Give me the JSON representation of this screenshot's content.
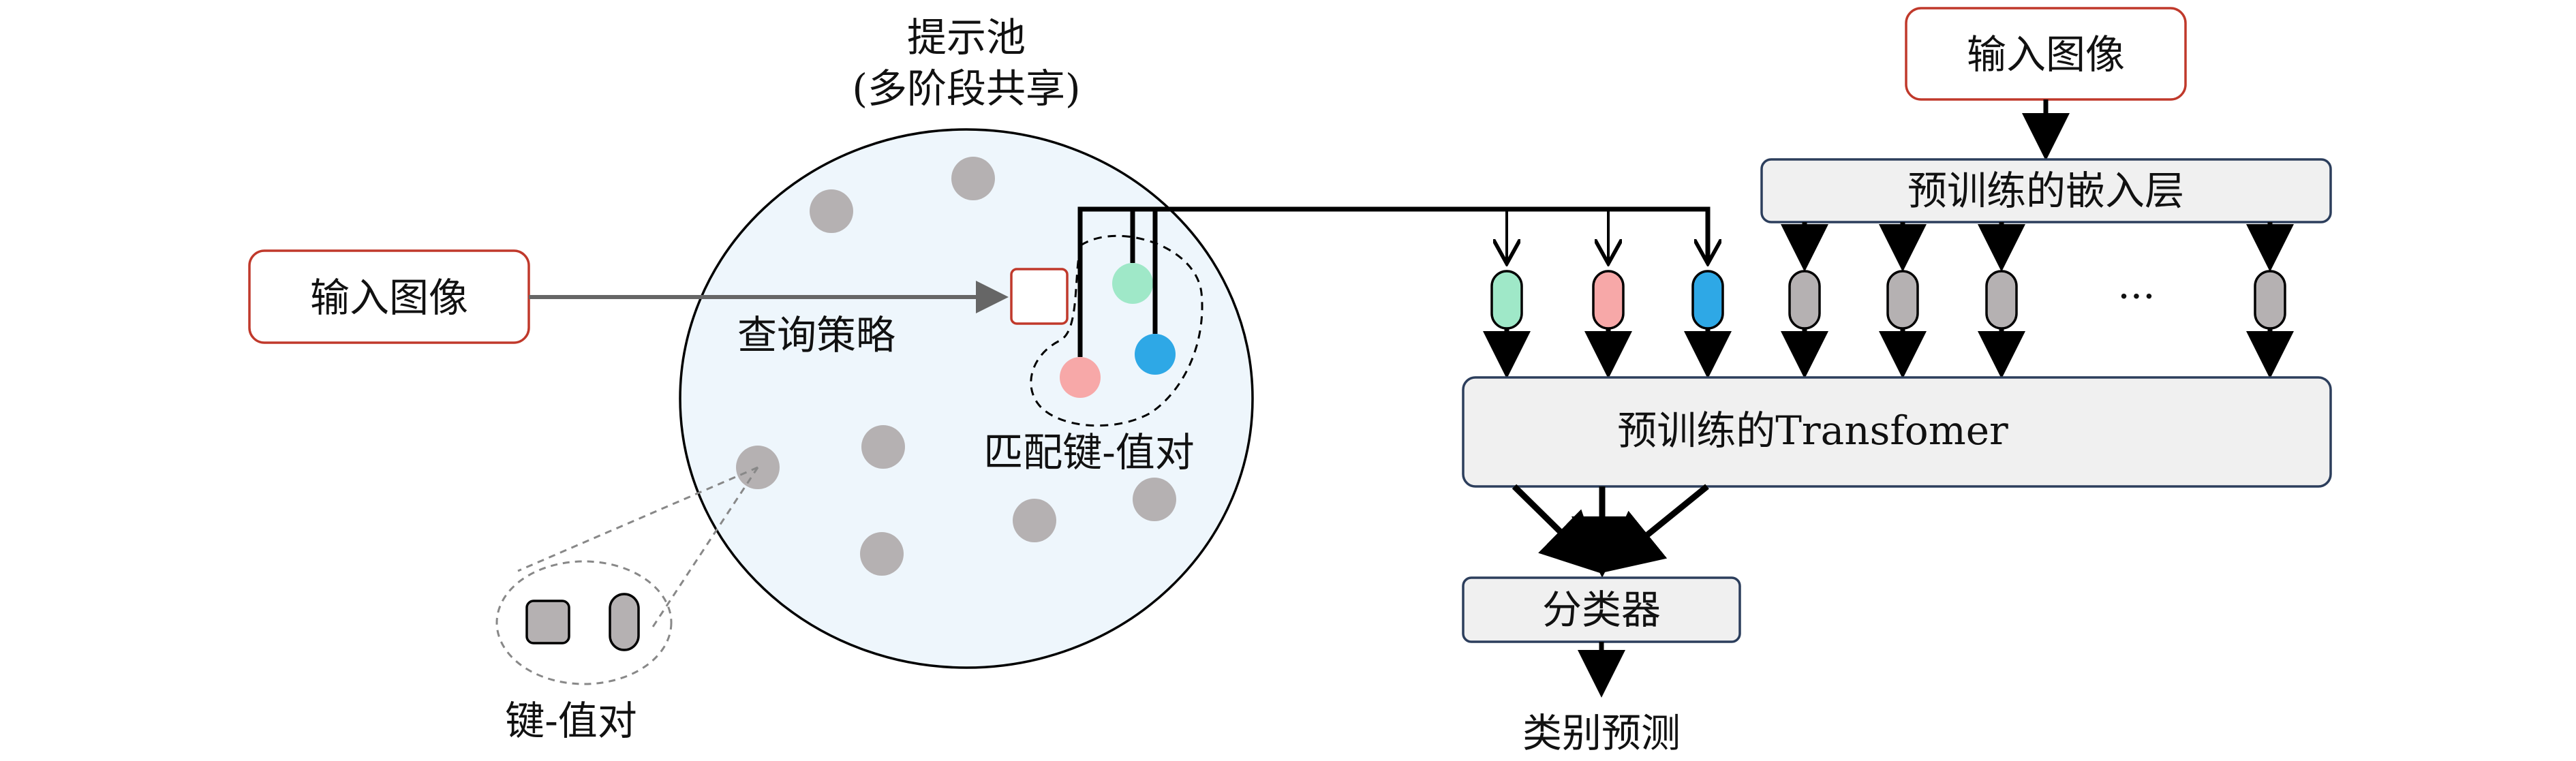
{
  "prompt_pool": {
    "title": "提示池",
    "subtitle": "(多阶段共享)",
    "query_strategy": "查询策略",
    "matched_pairs": "匹配键-值对"
  },
  "input_left": "输入图像",
  "input_right": "输入图像",
  "key_value_legend": "键-值对",
  "embedding_layer": "预训练的嵌入层",
  "transformer": "预训练的Transfomer",
  "ellipsis": "···",
  "classifier": "分类器",
  "prediction": "类别预测",
  "colors": {
    "pool_fill": "#eef6fc",
    "gray_dot": "#b5b1b2",
    "green": "#9fe8c8",
    "pink": "#f7a8a8",
    "blue": "#2ea8e6",
    "red_border": "#c0392b",
    "navy_border": "#2c3e5c",
    "box_fill": "#f0f0f0"
  }
}
